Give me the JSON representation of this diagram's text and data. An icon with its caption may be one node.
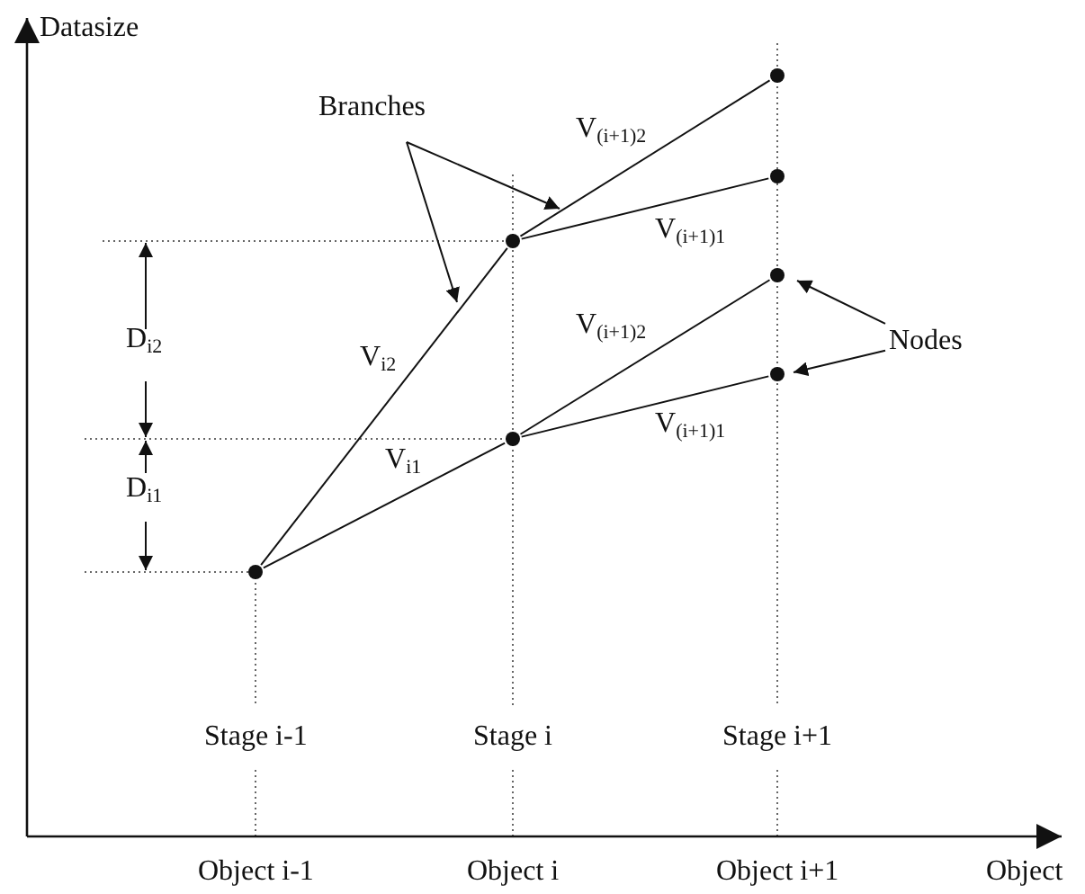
{
  "diagram": {
    "nodes": [
      {
        "text": [
          "Branches"
        ]
      },
      {
        "text": [
          "Nodes"
        ]
      },
      {
        "text": [],
        "shape": "circle"
      },
      {
        "text": [],
        "shape": "circle"
      },
      {
        "text": [],
        "shape": "circle"
      },
      {
        "text": [],
        "shape": "circle"
      },
      {
        "text": [],
        "shape": "circle"
      },
      {
        "text": [],
        "shape": "circle"
      },
      {
        "text": [],
        "shape": "circle"
      }
    ],
    "edges": [
      {
        "from": 2,
        "to": 4,
        "arrow": "none",
        "label": "V$_{i2}$"
      },
      {
        "from": 2,
        "to": 3,
        "arrow": "none",
        "label": "V$_{i1}$"
      },
      {
        "from": 4,
        "to": 5,
        "arrow": "none",
        "label": "V$_{(i+1)2}$"
      },
      {
        "from": 4,
        "to": 6,
        "arrow": "none",
        "label": "V$_{(i+1)1}$"
      },
      {
        "from": 3,
        "to": 7,
        "arrow": "none",
        "label": "V$_{(i+1)2}$"
      },
      {
        "from": 3,
        "to": 8,
        "arrow": "none",
        "label": "V$_{(i+1)1}$"
      },
      {
        "from": 0,
        "to": null,
        "arrow": "to"
      },
      {
        "from": 0,
        "to": null,
        "arrow": "to"
      },
      {
        "from": 1,
        "to": 7,
        "arrow": "to"
      },
      {
        "from": 1,
        "to": 8,
        "arrow": "to"
      }
    ],
    "labels": [
      "Datasize",
      "D$_{i2}$",
      "D$_{i1}$",
      "Stage i-1",
      "Stage i",
      "Stage i+1",
      "Object i-1",
      "Object i",
      "Object i+1",
      "Object"
    ]
  }
}
